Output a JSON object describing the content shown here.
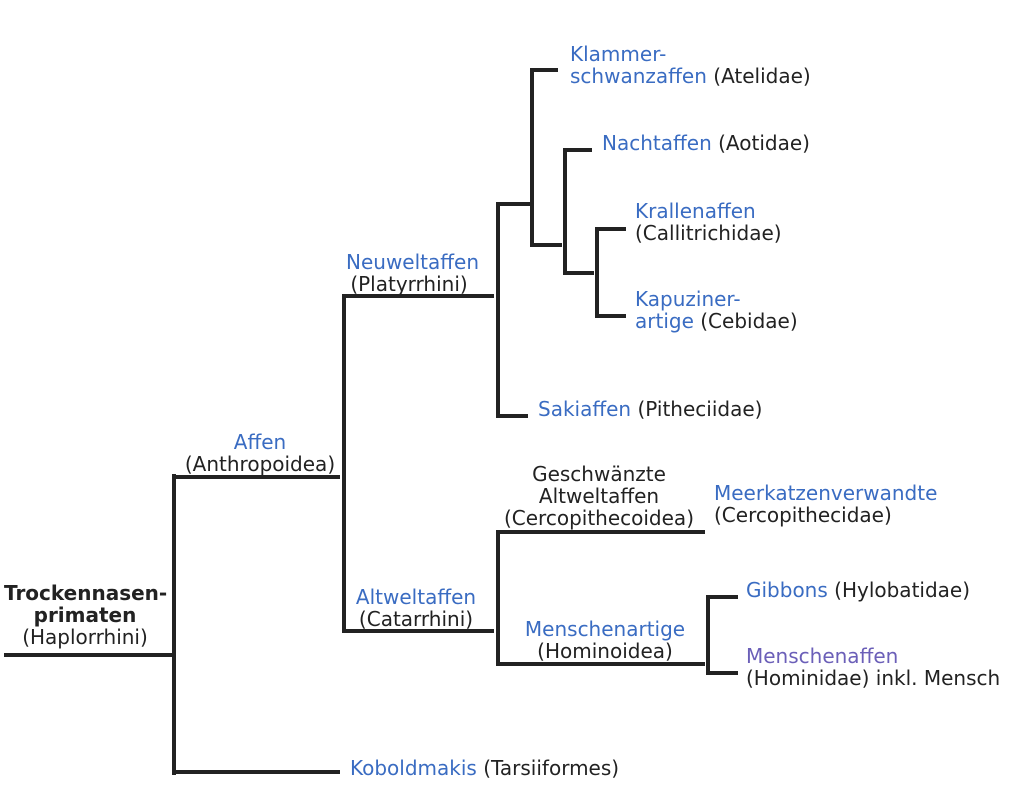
{
  "colors": {
    "link": "#3a6cc2",
    "visited_link": "#6b5fb8",
    "text": "#222222",
    "line": "#222222"
  },
  "root": {
    "name_line1": "Trockennasen-",
    "name_line2": "primaten",
    "latin": "(Haplorrhini)"
  },
  "affen": {
    "name": "Affen",
    "latin": "(Anthropoidea)"
  },
  "neuwelt": {
    "name": "Neuweltaffen",
    "latin": "(Platyrrhini)"
  },
  "altwelt": {
    "name": "Altweltaffen",
    "latin": "(Catarrhini)"
  },
  "koboldmakis": {
    "name": "Koboldmakis",
    "latin": "(Tarsiiformes)"
  },
  "klammer": {
    "name_line1": "Klammer-",
    "name_line2": "schwanzaffen",
    "latin": "(Atelidae)"
  },
  "nacht": {
    "name": "Nachtaffen",
    "latin": "(Aotidae)"
  },
  "krallen": {
    "name": "Krallenaffen",
    "latin": "(Callitrichidae)"
  },
  "kapuziner": {
    "name_line1": "Kapuziner-",
    "name_line2": "artige",
    "latin": "(Cebidae)"
  },
  "saki": {
    "name": "Sakiaffen",
    "latin": "(Pitheciidae)"
  },
  "geschwaenzte": {
    "line1": "Geschwänzte",
    "line2": "Altweltaffen",
    "latin": "(Cercopithecoidea)"
  },
  "meerkatzen": {
    "name": "Meerkatzenverwandte",
    "latin": "(Cercopithecidae)"
  },
  "menschenartige": {
    "name": "Menschenartige",
    "latin": "(Hominoidea)"
  },
  "gibbons": {
    "name": "Gibbons",
    "latin": "(Hylobatidae)"
  },
  "menschenaffen": {
    "name": "Menschenaffen",
    "latin": "(Hominidae) inkl. Mensch"
  }
}
